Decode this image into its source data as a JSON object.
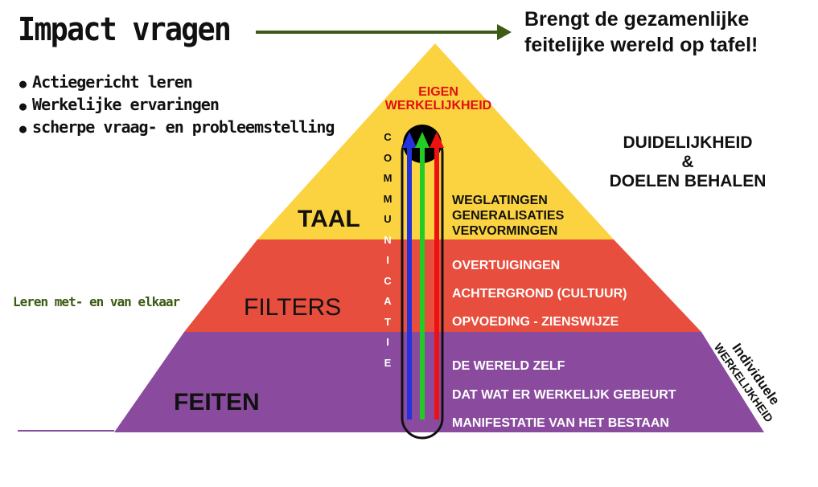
{
  "header": {
    "title": "Impact vragen",
    "bullets": [
      "Actiegericht leren",
      "Werkelijke ervaringen",
      "scherpe vraag- en probleemstelling"
    ],
    "headline": [
      "Brengt de gezamenlijke",
      "feitelijke wereld op tafel!"
    ]
  },
  "side": {
    "right_lines": [
      "DUIDELIJKHEID",
      "&",
      "DOELEN BEHALEN"
    ],
    "left_note": "Leren met- en van elkaar",
    "individual_lines": [
      "Individuele",
      "WERKELIJKHEID"
    ]
  },
  "pyramid": {
    "apex_label": [
      "EIGEN",
      "WERKELIJKHEID"
    ],
    "communicatie_letters": [
      "C",
      "O",
      "M",
      "M",
      "U",
      "N",
      "I",
      "C",
      "A",
      "T",
      "I",
      "E"
    ],
    "levels": {
      "taal": {
        "label": "TAAL",
        "items": [
          "WEGLATINGEN",
          "GENERALISATIES",
          "VERVORMINGEN"
        ]
      },
      "filters": {
        "label": "FILTERS",
        "items": [
          "OVERTUIGINGEN",
          "ACHTERGROND (CULTUUR)",
          "OPVOEDING - ZIENSWIJZE"
        ]
      },
      "feiten": {
        "label": "FEITEN",
        "items": [
          "DE WERELD ZELF",
          "DAT WAT ER WERKELIJK GEBEURT",
          "MANIFESTATIE VAN  HET BESTAAN"
        ]
      }
    },
    "colors": {
      "taal": "#fbd341",
      "filters": "#e74e3d",
      "feiten": "#8a4b9e",
      "arrow_blue": "#2233dd",
      "arrow_green": "#22cc22",
      "arrow_red": "#ee1111",
      "headline_arrow": "#3d5a17"
    }
  }
}
